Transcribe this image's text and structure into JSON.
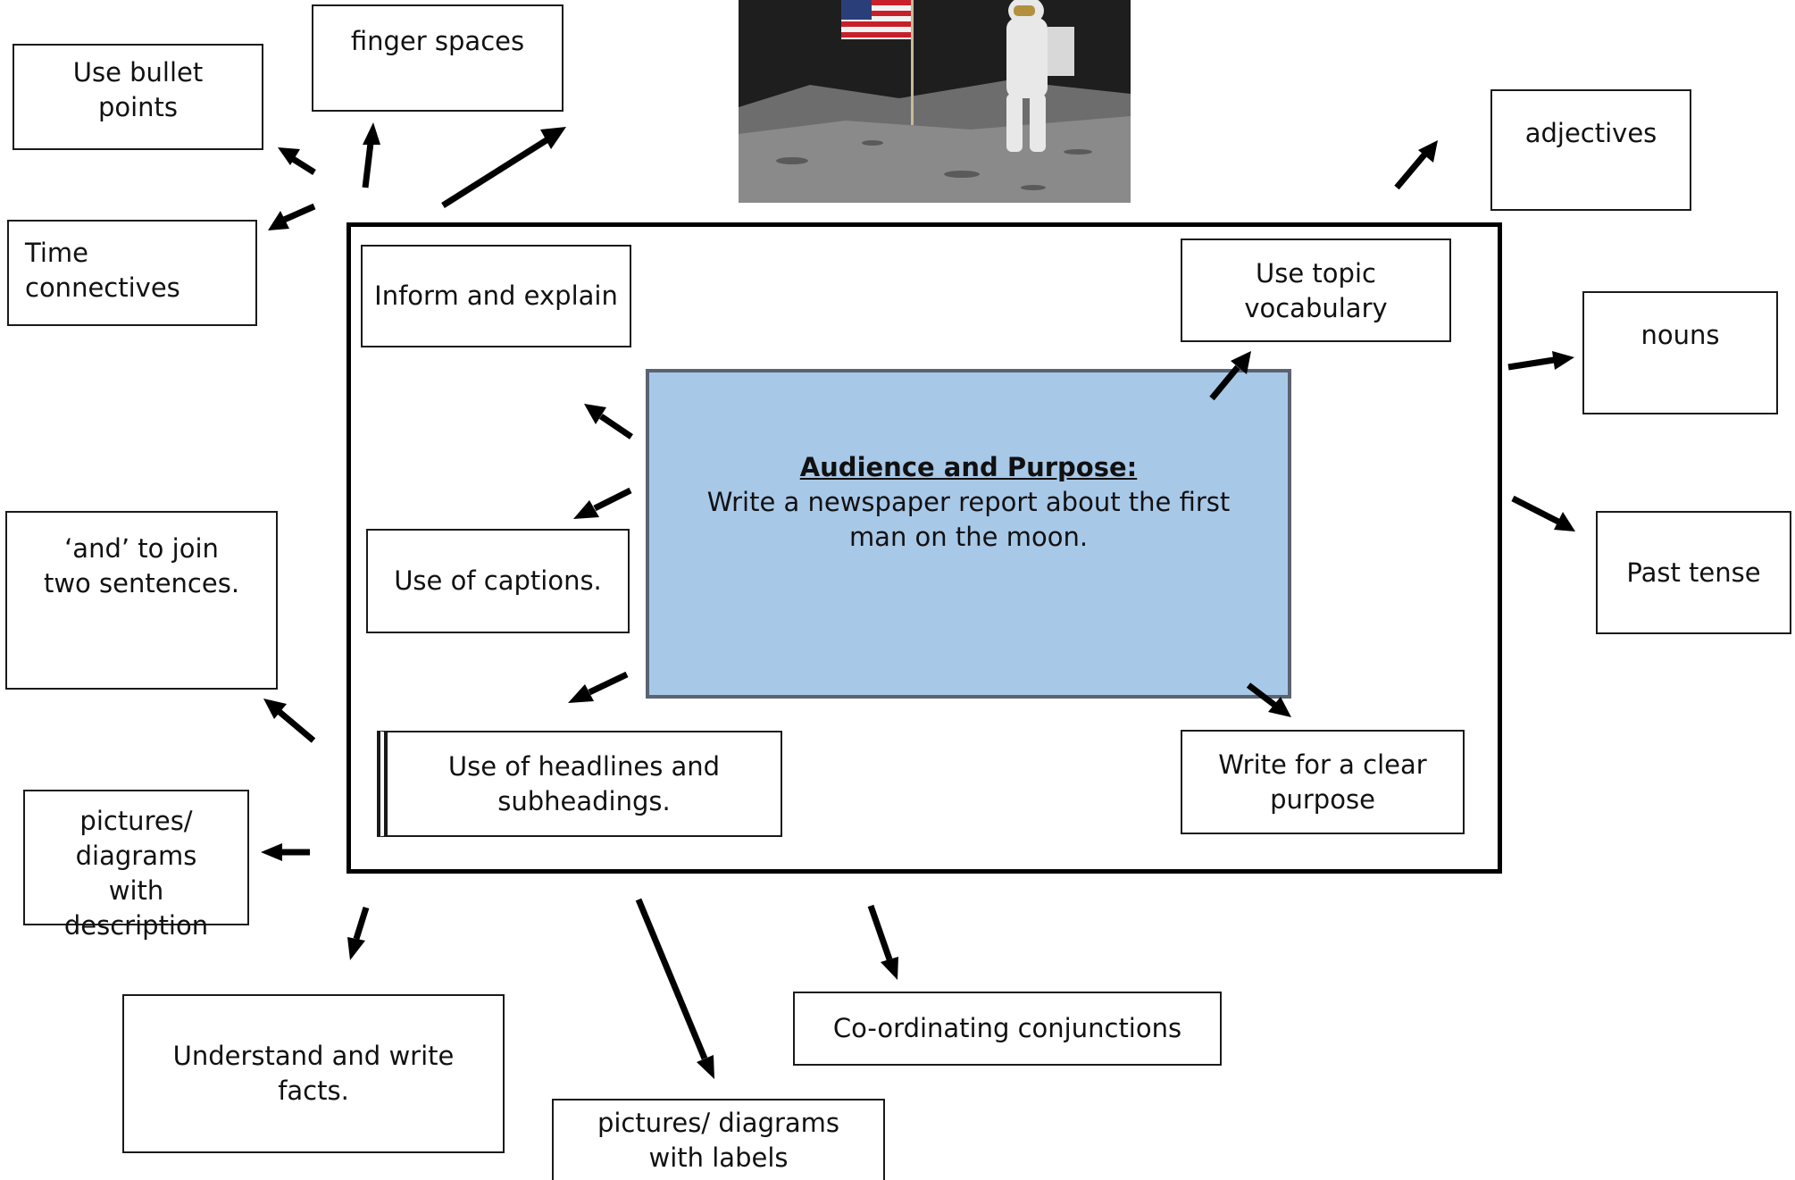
{
  "center": {
    "title": "Audience and Purpose:",
    "text": "Write a newspaper report about the first man on the moon."
  },
  "photo": {
    "alt": "Astronaut standing beside the American flag on the moon"
  },
  "labels": {
    "finger_spaces": "finger spaces",
    "bullet_points": "Use bullet points",
    "time_connectives": "Time connectives",
    "inform_explain": "Inform and explain",
    "topic_vocab": "Use topic vocabulary",
    "adjectives": "adjectives",
    "nouns": "nouns",
    "past_tense": "Past tense",
    "captions": "Use of captions.",
    "and_join": "‘and’ to join two sentences.",
    "headlines": "Use of headlines and subheadings.",
    "clear_purpose": "Write for a clear purpose",
    "pictures_description": "pictures/ diagrams with description",
    "facts": "Understand and write facts.",
    "pictures_labels": "pictures/ diagrams with labels",
    "conjunctions": "Co-ordinating conjunctions"
  }
}
